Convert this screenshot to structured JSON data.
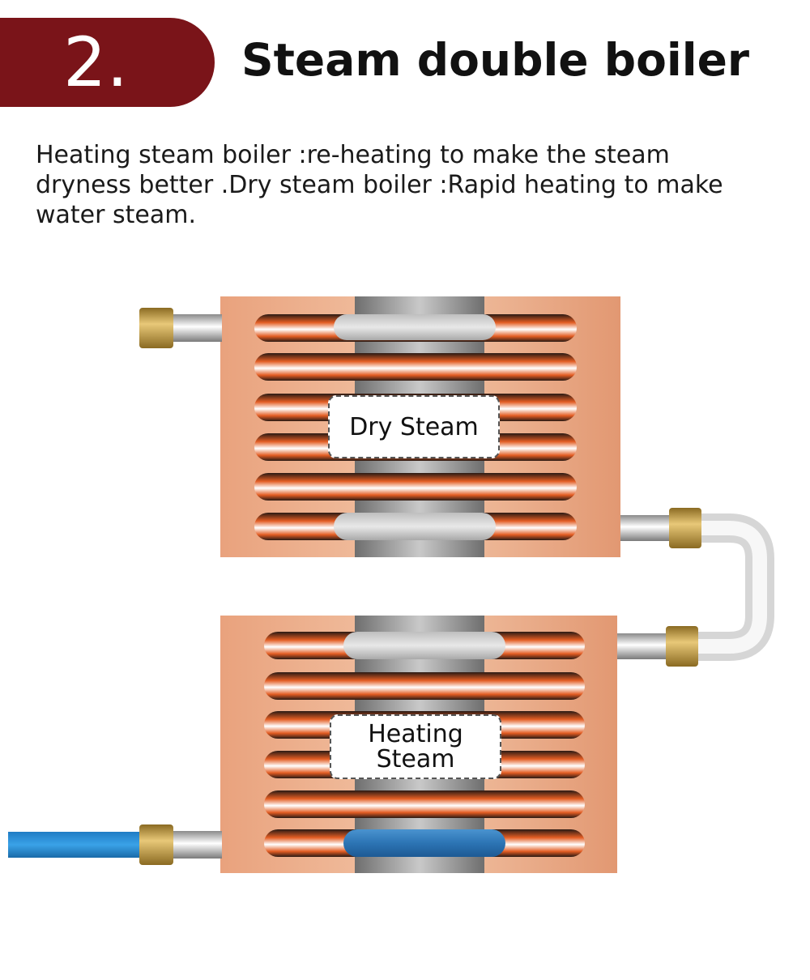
{
  "header": {
    "number": "2.",
    "title": "Steam double boiler"
  },
  "description": "Heating steam boiler :re-heating to make the steam dryness better .Dry steam boiler :Rapid heating to make water steam.",
  "diagram": {
    "top_boiler_label": "Dry Steam",
    "bottom_boiler_label_line1": "Heating",
    "bottom_boiler_label_line2": "Steam",
    "colors": {
      "badge": "#7a1419",
      "copper": "#e8a07a",
      "coil": "#e0622a",
      "core": "#8a8a8a",
      "water": "#2f7fc0",
      "water_pipe": "#2a8fd6",
      "brass": "#b8923a"
    }
  }
}
